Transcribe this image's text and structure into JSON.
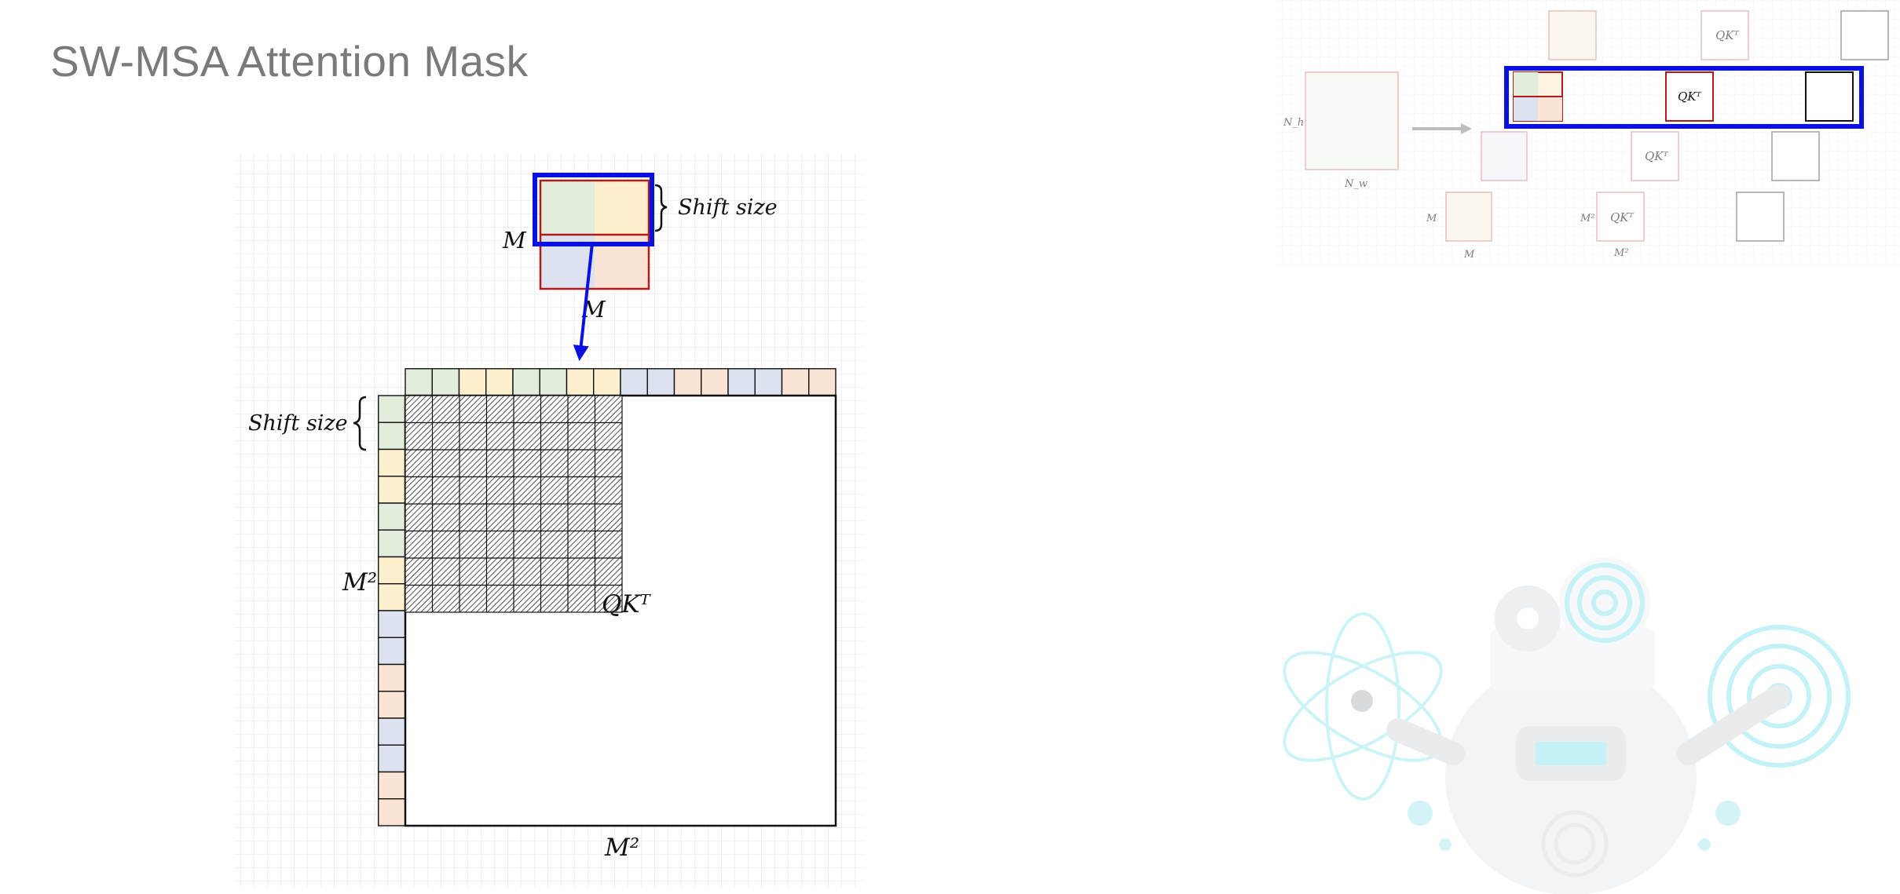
{
  "slide": {
    "title": "SW-MSA Attention Mask"
  },
  "diagram": {
    "labels": {
      "shift_size_top": "Shift size",
      "shift_size_left": "Shift size",
      "window_m_left": "M",
      "window_m_bottom": "M",
      "matrix_m2_left": "M²",
      "matrix_m2_bottom": "M²",
      "qkt": "QKᵀ"
    },
    "colors": {
      "green": "#e2eedb",
      "yellow": "#fdf0cf",
      "blue": "#dde2f0",
      "peach": "#fbe3d6",
      "highlight_blue": "#0a10e0",
      "window_border": "#b31b1b",
      "grid_line": "#d9d9d9"
    },
    "top_strip_colors": [
      "green",
      "green",
      "yellow",
      "yellow",
      "green",
      "green",
      "yellow",
      "yellow",
      "blue",
      "blue",
      "peach",
      "peach",
      "blue",
      "blue",
      "peach",
      "peach"
    ],
    "left_strip_colors": [
      "green",
      "green",
      "yellow",
      "yellow",
      "green",
      "green",
      "yellow",
      "yellow",
      "blue",
      "blue",
      "peach",
      "peach",
      "blue",
      "blue",
      "peach",
      "peach"
    ]
  },
  "thumbnail": {
    "labels": {
      "nh": "N_h",
      "nw": "N_w",
      "m_left": "M",
      "m_bottom": "M",
      "m2_left": "M²",
      "m2_bottom": "M²",
      "qkt_1": "QKᵀ",
      "qkt_2": "QKᵀ",
      "qkt_3": "QKᵀ",
      "qkt_4": "QKᵀ"
    }
  }
}
